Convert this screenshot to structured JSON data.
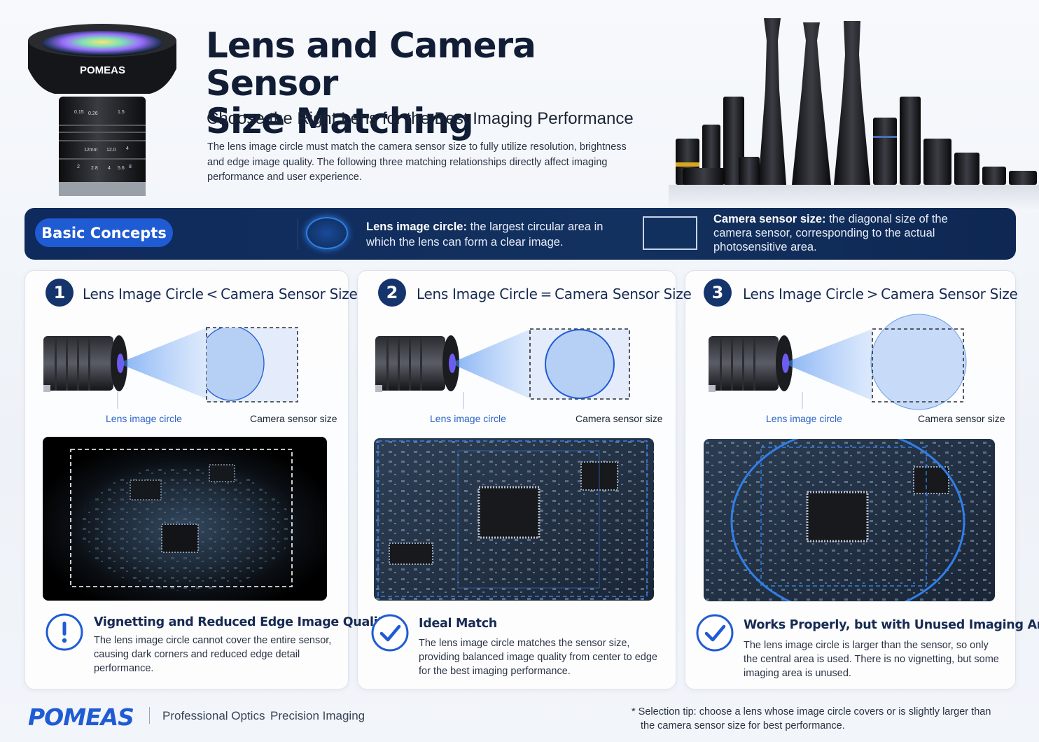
{
  "header": {
    "title_line1": "Lens and Camera Sensor",
    "title_line2": "Size Matching",
    "subtitle": "Choose the Right Lens for the Best Imaging Performance",
    "intro": "The lens image circle must match the camera sensor size to fully utilize resolution, brightness and edge image quality. The following three matching relationships directly affect imaging performance and user experience.",
    "lens_brand": "POMEAS",
    "lens_scale": [
      "0.15",
      "0.26",
      "1.5",
      "12mm",
      "12.0",
      "4",
      "2",
      "2.8",
      "4",
      "5.6",
      "8"
    ]
  },
  "concepts": {
    "label": "Basic Concepts",
    "lens_circle_term": "Lens image circle:",
    "lens_circle_desc": " the largest circular area in which the lens can form a clear image.",
    "sensor_term": "Camera sensor size:",
    "sensor_desc": " the diagonal size of the camera sensor, corresponding to the actual photosensitive area."
  },
  "cards": [
    {
      "number": "1",
      "left": "Lens Image Circle",
      "operator": "<",
      "right": "Camera Sensor Size",
      "label_circle": "Lens image circle",
      "label_sensor": "Camera sensor size",
      "result_title": "Vignetting and Reduced Edge Image Quality",
      "result_body": "The lens image circle cannot cover the entire sensor, causing dark corners and reduced edge detail performance.",
      "icon": "exclamation-icon"
    },
    {
      "number": "2",
      "left": "Lens Image Circle",
      "operator": "=",
      "right": "Camera Sensor Size",
      "label_circle": "Lens image circle",
      "label_sensor": "Camera sensor size",
      "result_title": "Ideal Match",
      "result_body": "The lens image circle matches the sensor size, providing balanced image quality from center to edge for the best imaging performance.",
      "icon": "check-icon"
    },
    {
      "number": "3",
      "left": "Lens Image Circle",
      "operator": ">",
      "right": "Camera Sensor Size",
      "label_circle": "Lens image circle",
      "label_sensor": "Camera sensor size",
      "result_title": "Works Properly, but with Unused Imaging Area",
      "result_body": "The lens image circle is larger than the sensor, so only the central area is used. There is no vignetting, but some imaging area is unused.",
      "icon": "check-icon"
    }
  ],
  "footer": {
    "brand": "POMEAS",
    "tag1": "Professional Optics",
    "tag2": "Precision Imaging",
    "tip": "* Selection tip: choose a lens whose image circle covers or is slightly larger than the camera sensor size for best performance."
  },
  "colors": {
    "navy": "#0f2a5c",
    "accent_blue": "#1f5bd3",
    "label_blue": "#2b63c7",
    "title_navy": "#111c35"
  }
}
